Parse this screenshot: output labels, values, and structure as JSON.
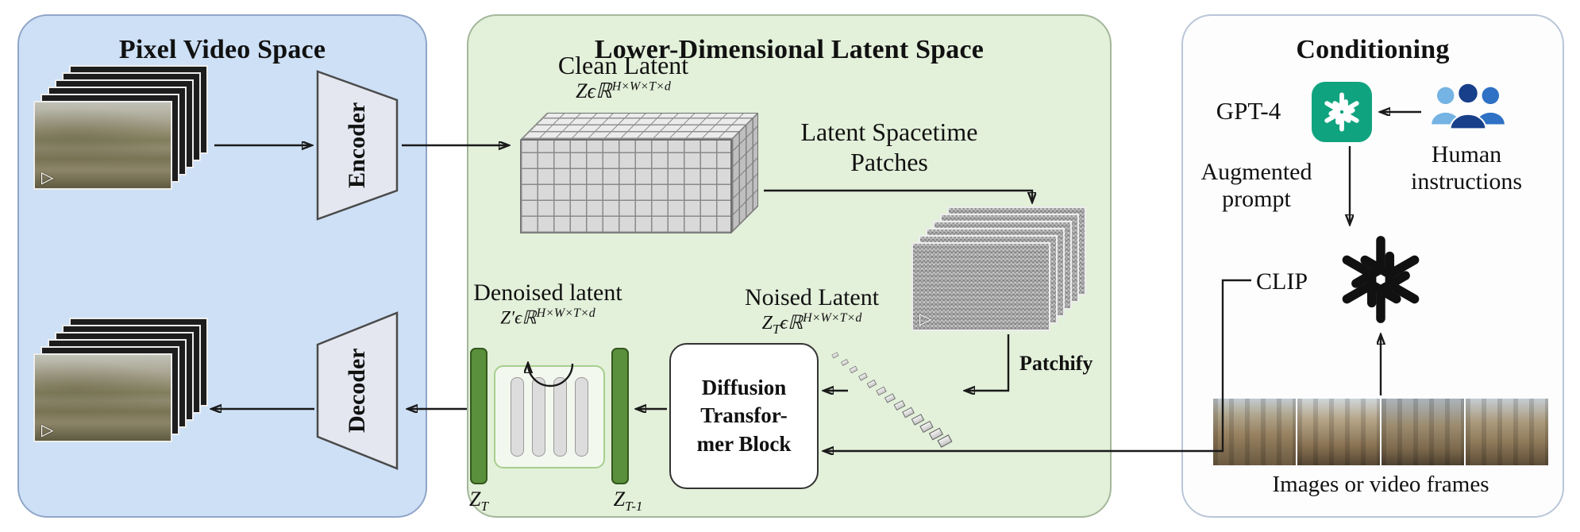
{
  "pixel": {
    "title": "Pixel Video Space",
    "encoder": "Encoder",
    "decoder": "Decoder"
  },
  "latent": {
    "title": "Lower-Dimensional Latent Space",
    "clean_label": "Clean Latent",
    "clean_math": {
      "prefix": "Z",
      "mid": "ϵℝ",
      "sup": "H×W×T×d"
    },
    "spacetime1": "Latent Spacetime",
    "spacetime2": "Patches",
    "noised_label": "Noised Latent",
    "noised_math": {
      "prefix": "Z",
      "sub": "T",
      "mid": "ϵℝ",
      "sup": "H×W×T×d"
    },
    "patchify": "Patchify",
    "denoised_label": "Denoised latent",
    "denoised_math": {
      "prefix": "Z′",
      "mid": "ϵℝ",
      "sup": "H×W×T×d"
    },
    "dit1": "Diffusion",
    "dit2": "Transfor-",
    "dit3": "mer Block",
    "zt": {
      "prefix": "Z",
      "sub": "T"
    },
    "zt1": {
      "prefix": "Z",
      "sub": "T-1"
    }
  },
  "conditioning": {
    "title": "Conditioning",
    "gpt4": "GPT-4",
    "augmented1": "Augmented",
    "augmented2": "prompt",
    "human1": "Human",
    "human2": "instructions",
    "clip": "CLIP",
    "images_caption": "Images or video frames"
  },
  "icons": {
    "play_glyph": "▷",
    "gpt4_logo": "openai-knot-green",
    "clip_model_logo": "openai-knot-black",
    "humans": "three-people"
  },
  "colors": {
    "openai_green": "#10a37f",
    "pixel_panel": "#cde0f6",
    "latent_panel": "#e3f0da",
    "conditioning_panel": "#fdfdfe",
    "denoiser_bar_green": "#5a8f3c"
  }
}
